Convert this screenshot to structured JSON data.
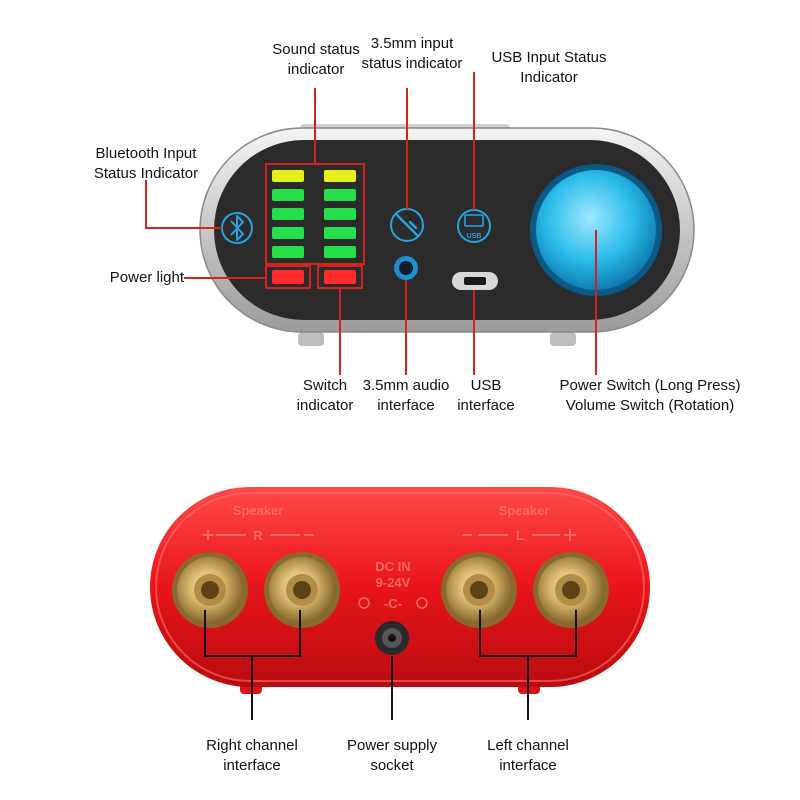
{
  "front_labels": {
    "sound_status": "Sound status\nindicator",
    "input_35_status": "3.5mm input\nstatus indicator",
    "usb_status": "USB Input Status\nIndicator",
    "bluetooth_status": "Bluetooth Input\nStatus Indicator",
    "power_light": "Power light",
    "switch_indicator": "Switch\nindicator",
    "audio_35_interface": "3.5mm audio\ninterface",
    "usb_interface": "USB\ninterface",
    "power_volume_switch": "Power Switch (Long Press)\nVolume Switch (Rotation)"
  },
  "front_icons": {
    "usb_badge": "USB"
  },
  "back_panel": {
    "speaker_left_engraving": "Speaker",
    "speaker_right_engraving": "Speaker",
    "r_marker": "R",
    "l_marker": "L",
    "dc_in_line1": "DC IN",
    "dc_in_line2": "9-24V",
    "dc_polarity": "-C-"
  },
  "back_labels": {
    "right_channel": "Right channel\ninterface",
    "power_socket": "Power supply\nsocket",
    "left_channel": "Left channel\ninterface"
  },
  "colors": {
    "front_body": "#2b2b2b",
    "front_bezel": "#d9d9d9",
    "knob": "#29b6e8",
    "callout": "#d42121",
    "back_body": "#e8141b",
    "post_gold": "#c9a961",
    "led_yellow": "#e6f01c",
    "led_green": "#25e04a",
    "led_red": "#ff2a2a"
  }
}
